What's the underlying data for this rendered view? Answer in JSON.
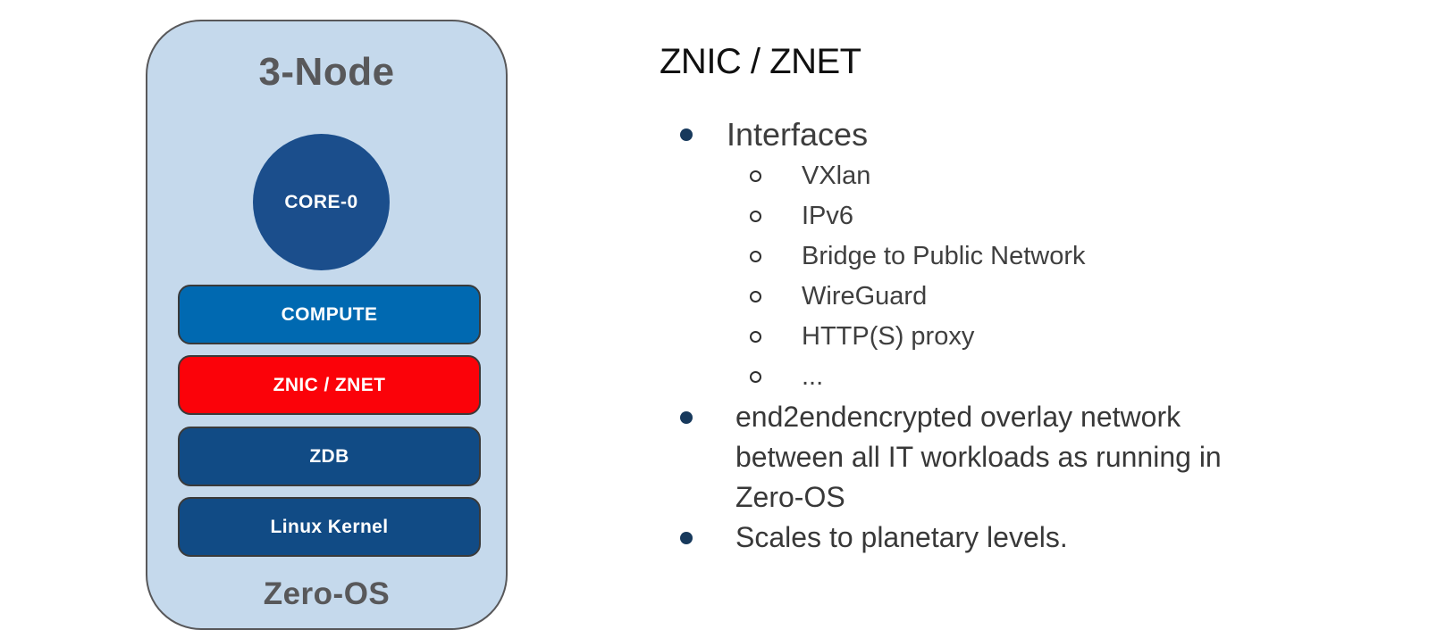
{
  "diagram": {
    "title": "3-Node",
    "core_label": "CORE-0",
    "layers": [
      {
        "name": "compute",
        "label": "COMPUTE",
        "color": "#0069b1"
      },
      {
        "name": "znic-znet",
        "label": "ZNIC / ZNET",
        "color": "#fb0209"
      },
      {
        "name": "zdb",
        "label": "ZDB",
        "color": "#114b85"
      },
      {
        "name": "linux-kernel",
        "label": "Linux Kernel",
        "color": "#114b85"
      }
    ],
    "footer": "Zero-OS",
    "colors": {
      "container_fill": "#c5d9ec",
      "container_border": "#58585a",
      "core_fill": "#1b4e8c",
      "title_gray": "#58585a",
      "layer_text": "#ffffff"
    }
  },
  "content": {
    "heading": "ZNIC / ZNET",
    "bullet_color": "#17395c",
    "interfaces_label": "Interfaces",
    "interface_items": [
      "VXlan",
      "IPv6",
      "Bridge to Public Network",
      "WireGuard",
      "HTTP(S) proxy",
      "..."
    ],
    "overlay_lines": [
      "end2endencrypted overlay network",
      "between all IT workloads as running in",
      "Zero-OS"
    ],
    "scales_label": "Scales to planetary levels."
  }
}
